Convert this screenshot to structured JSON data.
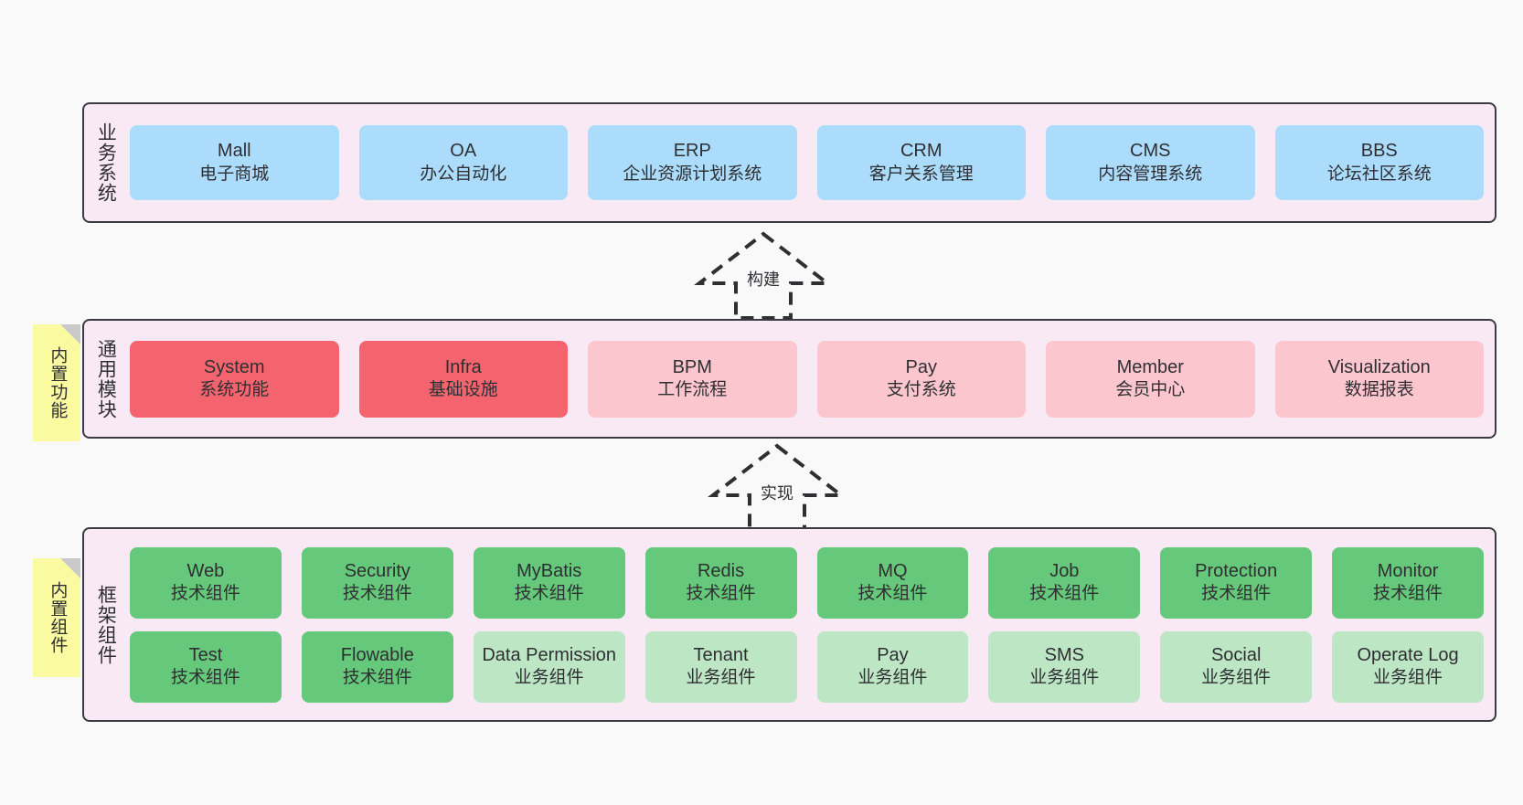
{
  "diagram": {
    "layers": [
      {
        "id": "business",
        "title": "业务系统",
        "rows": [
          {
            "style": "blue",
            "cards": [
              {
                "name": "Mall",
                "desc": "电子商城"
              },
              {
                "name": "OA",
                "desc": "办公自动化"
              },
              {
                "name": "ERP",
                "desc": "企业资源计划系统"
              },
              {
                "name": "CRM",
                "desc": "客户关系管理"
              },
              {
                "name": "CMS",
                "desc": "内容管理系统"
              },
              {
                "name": "BBS",
                "desc": "论坛社区系统"
              }
            ]
          }
        ]
      },
      {
        "id": "modules",
        "title": "通用模块",
        "rows": [
          {
            "cards": [
              {
                "name": "System",
                "desc": "系统功能",
                "style": "red"
              },
              {
                "name": "Infra",
                "desc": "基础设施",
                "style": "red"
              },
              {
                "name": "BPM",
                "desc": "工作流程",
                "style": "pink"
              },
              {
                "name": "Pay",
                "desc": "支付系统",
                "style": "pink"
              },
              {
                "name": "Member",
                "desc": "会员中心",
                "style": "pink"
              },
              {
                "name": "Visualization",
                "desc": "数据报表",
                "style": "pink"
              }
            ]
          }
        ]
      },
      {
        "id": "framework",
        "title": "框架组件",
        "rows": [
          {
            "style": "green",
            "cards": [
              {
                "name": "Web",
                "desc": "技术组件"
              },
              {
                "name": "Security",
                "desc": "技术组件"
              },
              {
                "name": "MyBatis",
                "desc": "技术组件"
              },
              {
                "name": "Redis",
                "desc": "技术组件"
              },
              {
                "name": "MQ",
                "desc": "技术组件"
              },
              {
                "name": "Job",
                "desc": "技术组件"
              },
              {
                "name": "Protection",
                "desc": "技术组件"
              },
              {
                "name": "Monitor",
                "desc": "技术组件"
              }
            ]
          },
          {
            "cards": [
              {
                "name": "Test",
                "desc": "技术组件",
                "style": "green"
              },
              {
                "name": "Flowable",
                "desc": "技术组件",
                "style": "green"
              },
              {
                "name": "Data Permission",
                "desc": "业务组件",
                "style": "lightgreen"
              },
              {
                "name": "Tenant",
                "desc": "业务组件",
                "style": "lightgreen"
              },
              {
                "name": "Pay",
                "desc": "业务组件",
                "style": "lightgreen"
              },
              {
                "name": "SMS",
                "desc": "业务组件",
                "style": "lightgreen"
              },
              {
                "name": "Social",
                "desc": "业务组件",
                "style": "lightgreen"
              },
              {
                "name": "Operate Log",
                "desc": "业务组件",
                "style": "lightgreen"
              }
            ]
          }
        ]
      }
    ],
    "notes": [
      {
        "id": "builtin-features",
        "label": "内置功能"
      },
      {
        "id": "builtin-components",
        "label": "内置组件"
      }
    ],
    "arrows": [
      {
        "id": "build",
        "label": "构建"
      },
      {
        "id": "realize",
        "label": "实现"
      }
    ]
  },
  "colors": {
    "canvas": "#F9F9F9",
    "layer_bg": "#F8E9F5",
    "layer_border": "#3A3A40",
    "blue": "#ACDCFB",
    "red": "#F4646E",
    "pink": "#FBC6CE",
    "green": "#66C87A",
    "light_green": "#BCE6C4",
    "note_yellow": "#FAFAA0",
    "note_fold": "#C9C9C9",
    "text": "#2F2F33"
  }
}
